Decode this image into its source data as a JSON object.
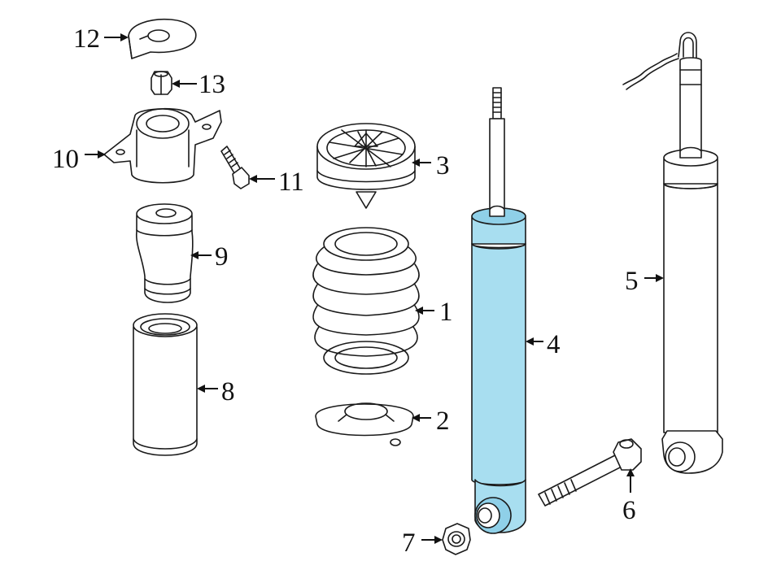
{
  "diagram": {
    "highlight_color": "#a8def0",
    "line_color": "#1a1a1a",
    "callouts": [
      {
        "id": "1",
        "label": "1"
      },
      {
        "id": "2",
        "label": "2"
      },
      {
        "id": "3",
        "label": "3"
      },
      {
        "id": "4",
        "label": "4"
      },
      {
        "id": "5",
        "label": "5"
      },
      {
        "id": "6",
        "label": "6"
      },
      {
        "id": "7",
        "label": "7"
      },
      {
        "id": "8",
        "label": "8"
      },
      {
        "id": "9",
        "label": "9"
      },
      {
        "id": "10",
        "label": "10"
      },
      {
        "id": "11",
        "label": "11"
      },
      {
        "id": "12",
        "label": "12"
      },
      {
        "id": "13",
        "label": "13"
      }
    ],
    "highlighted_part": "4"
  }
}
